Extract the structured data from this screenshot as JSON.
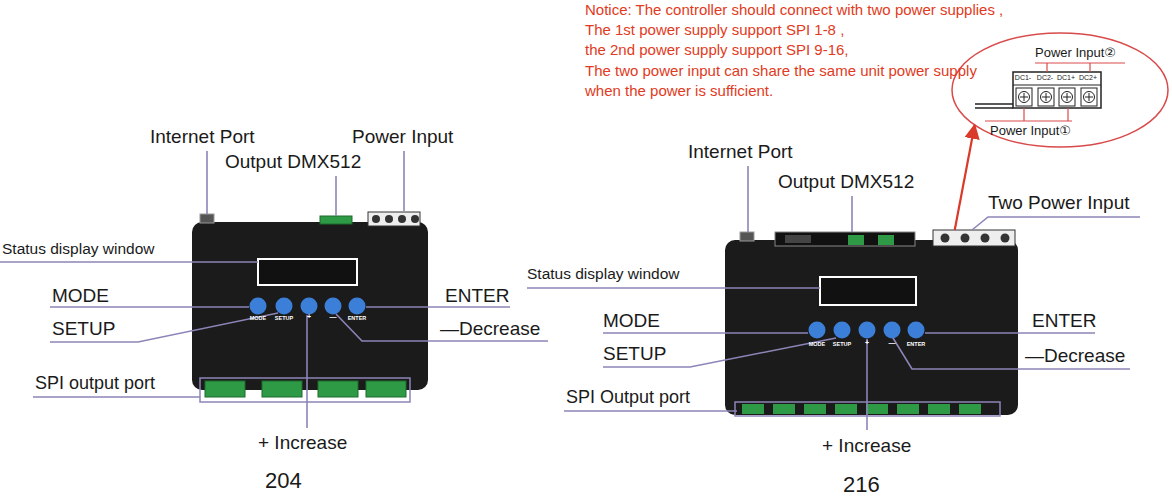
{
  "diagram": {
    "nodes": [
      {
        "text": [
          "MODE",
          "SETUP",
          "+",
          "—",
          "ENTER"
        ]
      },
      {
        "text": [
          "MODE",
          "SETUP",
          "+",
          "—",
          "ENTER"
        ]
      },
      {
        "text": [
          "Power Input②",
          "DC1-",
          "DC2-",
          "DC1+",
          "DC2+",
          "Power Input①"
        ]
      }
    ],
    "edges": [
      {
        "from": 1,
        "to": 2,
        "arrow": "to"
      }
    ],
    "labels": [
      "Internet Port",
      "Output DMX512",
      "Power Input",
      "Status display window",
      "MODE",
      "ENTER",
      "SETUP",
      "—Decrease",
      "SPI output port",
      "+ Increase",
      "204",
      "Notice: The controller should connect with two power supplies ,",
      "The 1st power supply support SPI 1-8 ,",
      "the 2nd power supply support SPI 9-16,",
      "The two power input can share the same unit power supply when the power is sufficient.",
      "Internet Port",
      "Output DMX512",
      "Two Power Input",
      "Status display window",
      "MODE",
      "ENTER",
      "SETUP",
      "—Decrease",
      "SPI Output port",
      "+ Increase",
      "216"
    ]
  }
}
